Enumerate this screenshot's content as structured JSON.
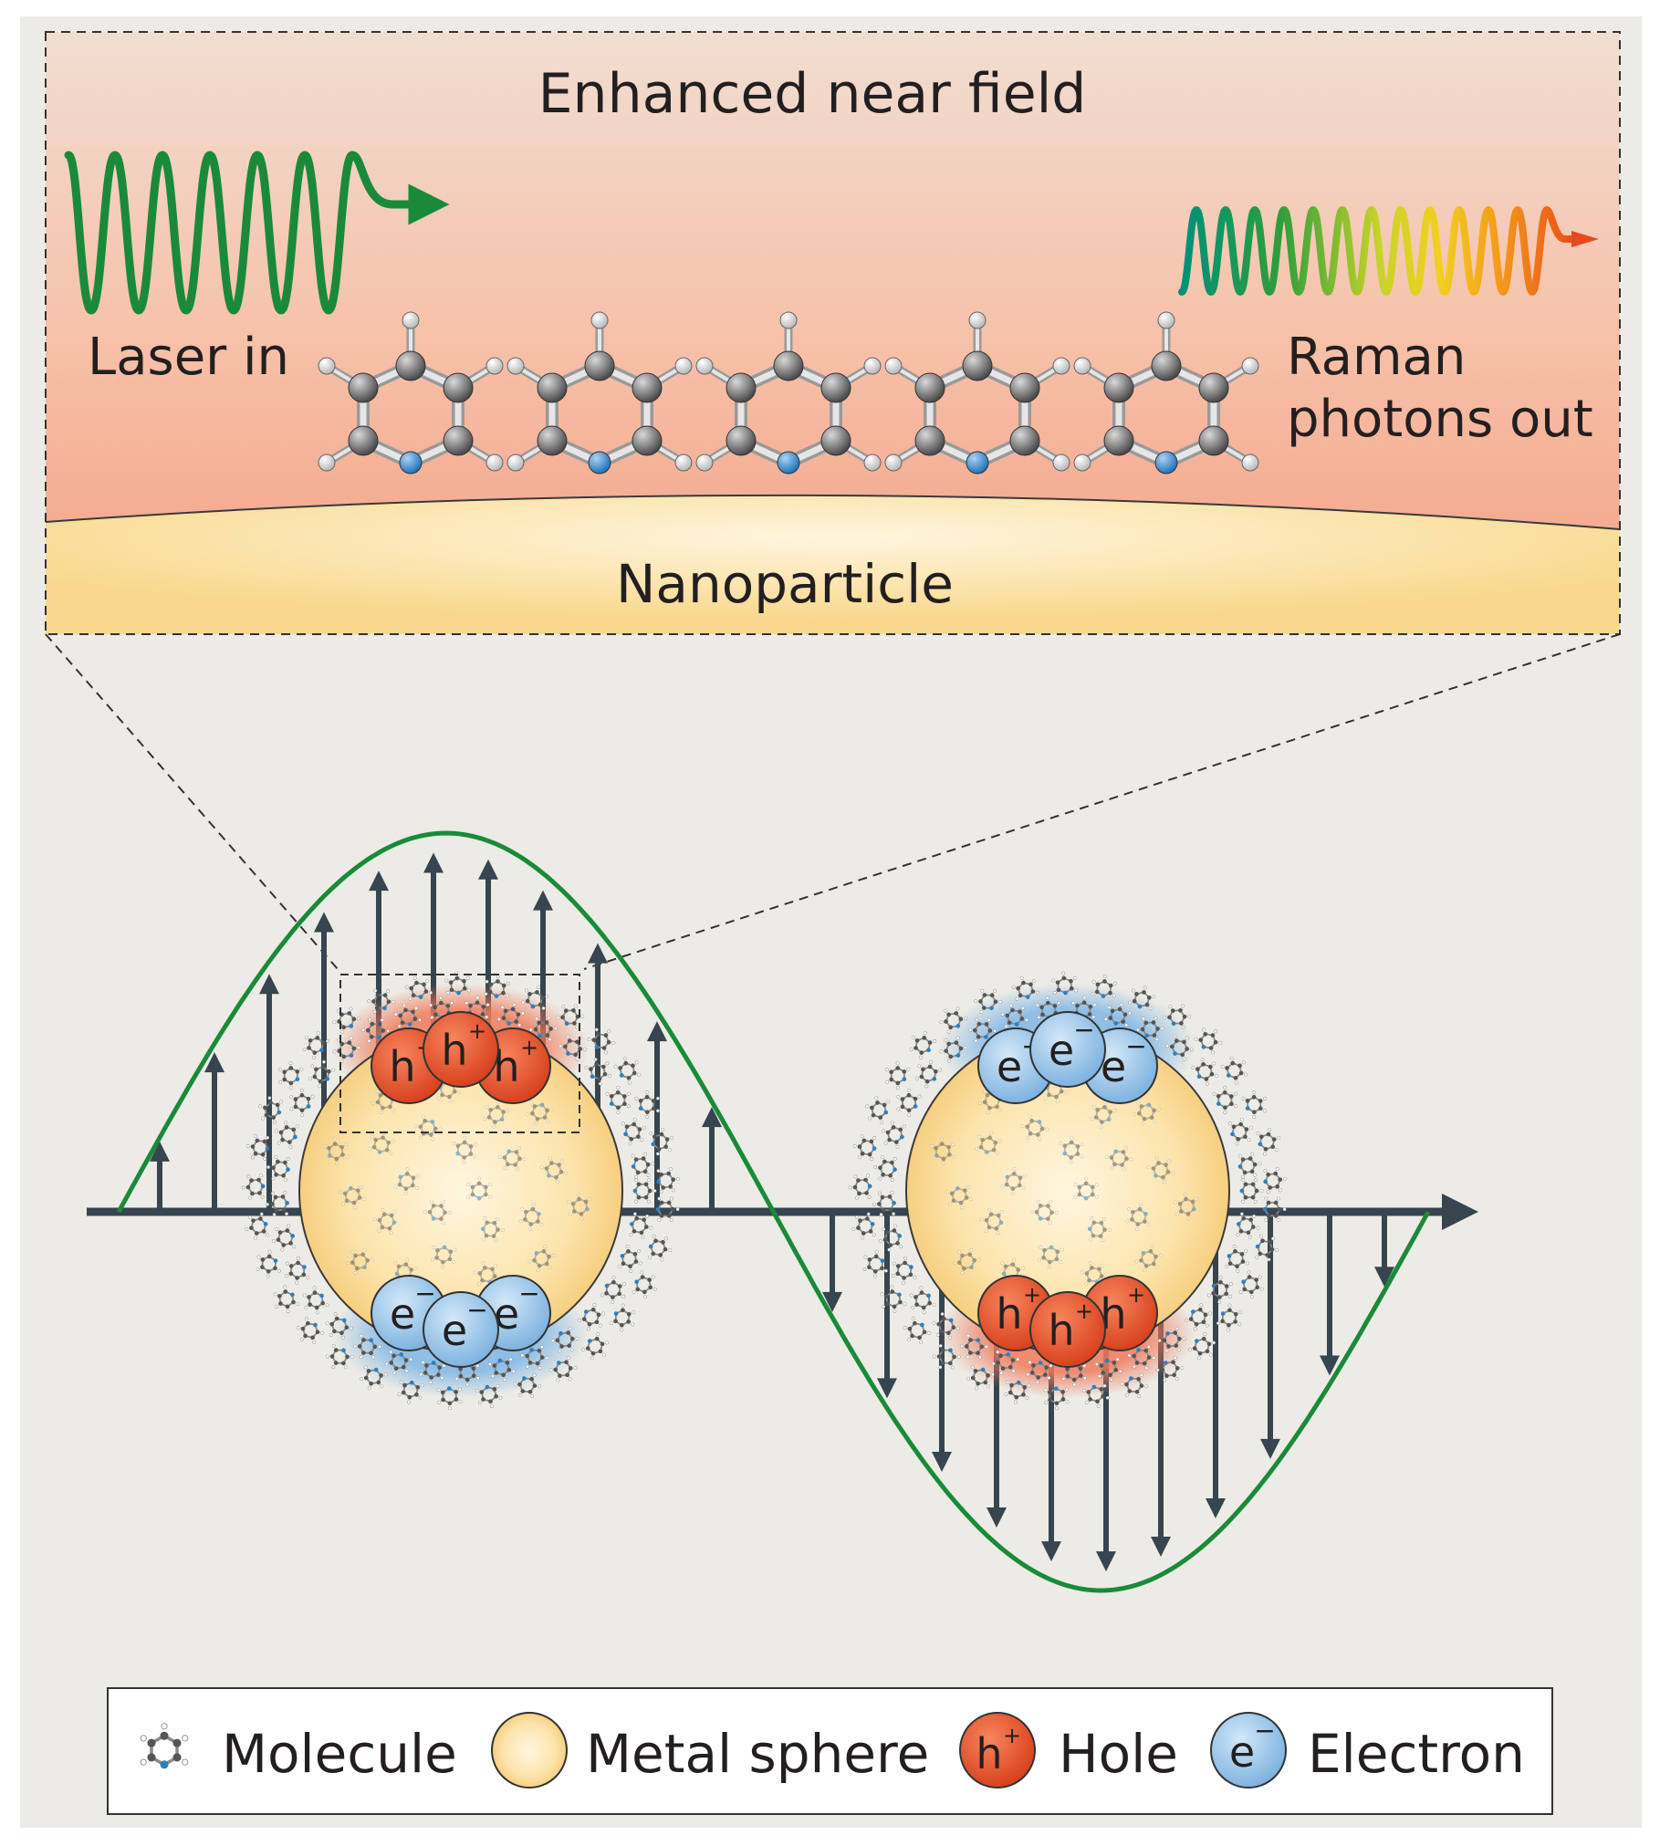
{
  "inset": {
    "title": "Enhanced near field",
    "laser_label": "Laser in",
    "raman_label_line1": "Raman",
    "raman_label_line2": "photons out",
    "surface_label": "Nanoparticle"
  },
  "particles": {
    "hole_symbol": "h",
    "hole_sup": "+",
    "electron_symbol": "e",
    "electron_sup": "−"
  },
  "legend": {
    "molecule": "Molecule",
    "metal_sphere": "Metal sphere",
    "hole": "Hole",
    "electron": "Electron"
  },
  "colors": {
    "background": "#ecebe5",
    "wave_green": "#1a8a3a",
    "arrow": "#36454f",
    "hole_red": "#e5532e",
    "electron_blue": "#9ec9ec",
    "sphere_yellow": "#fbe0a0",
    "near_field": "#f6a58a"
  }
}
